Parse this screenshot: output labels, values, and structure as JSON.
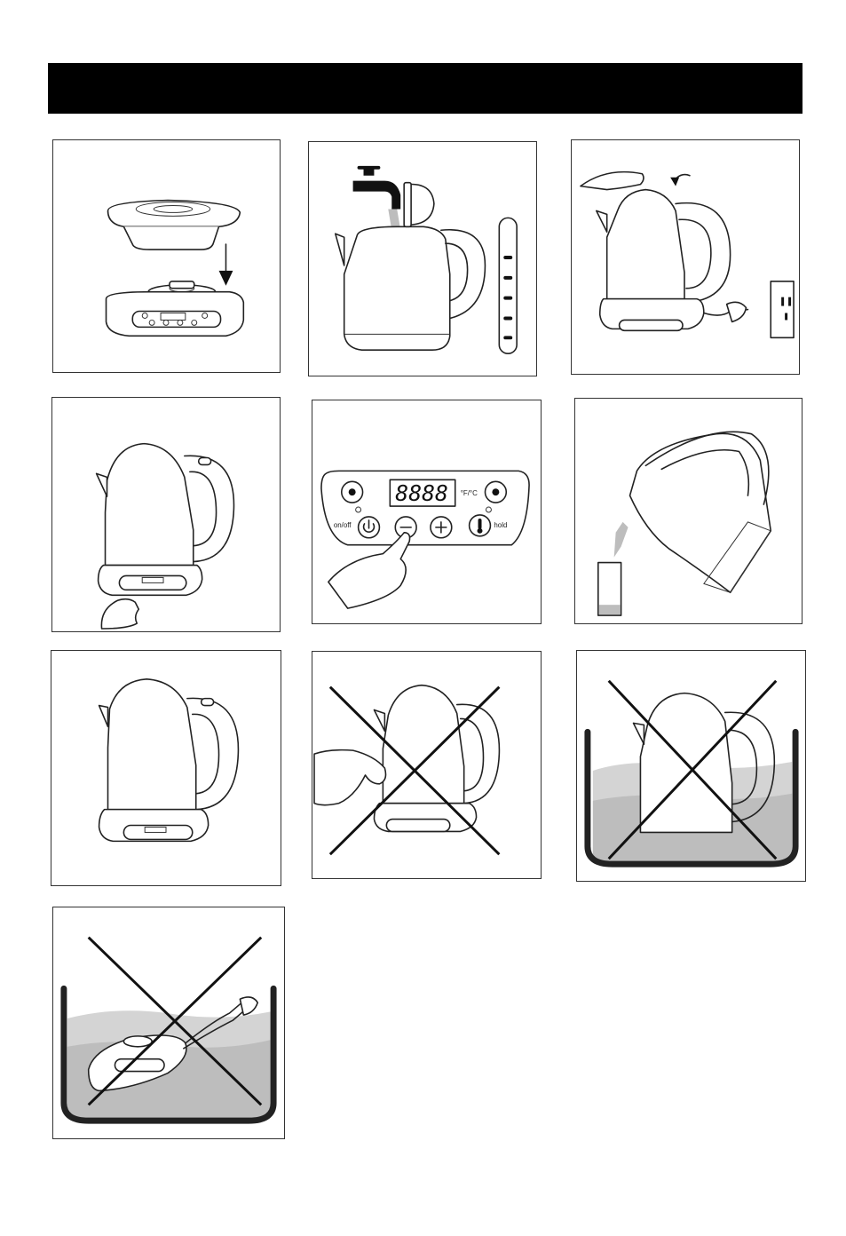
{
  "header": {
    "banner_text": ""
  },
  "control_panel": {
    "display": "8888",
    "unit_label": "°F/°C",
    "onoff_label": "on/off",
    "hold_label": "hold"
  },
  "panels": [
    {
      "id": "place-kettle-on-base"
    },
    {
      "id": "fill-with-water"
    },
    {
      "id": "close-lid-plug-in"
    },
    {
      "id": "press-button-on-base"
    },
    {
      "id": "set-temperature"
    },
    {
      "id": "pour-water"
    },
    {
      "id": "kettle-ready"
    },
    {
      "id": "do-not-touch-while-hot"
    },
    {
      "id": "do-not-immerse-kettle"
    },
    {
      "id": "do-not-immerse-base"
    }
  ],
  "colors": {
    "banner": "#000000",
    "water": "#bdbdbd",
    "ink": "#222222"
  }
}
